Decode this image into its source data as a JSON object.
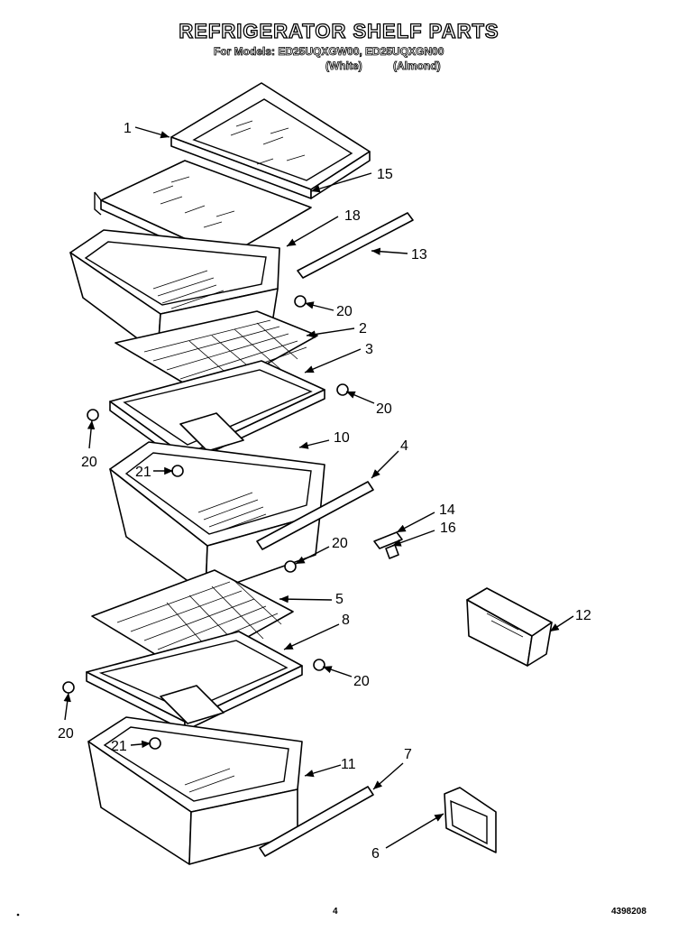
{
  "title": "REFRIGERATOR SHELF PARTS",
  "models_line": "For Models: ED25UQXGW00, ED25UQXGN00",
  "color_white": "(White)",
  "color_almond": "(Almond)",
  "page_number": "4",
  "doc_number": "4398208",
  "labels": {
    "p1": "1",
    "p2": "2",
    "p3": "3",
    "p4": "4",
    "p5": "5",
    "p6": "6",
    "p7": "7",
    "p8": "8",
    "p10": "10",
    "p11": "11",
    "p12": "12",
    "p13": "13",
    "p14": "14",
    "p15": "15",
    "p16": "16",
    "p18": "18",
    "p20": "20",
    "p21": "21"
  }
}
